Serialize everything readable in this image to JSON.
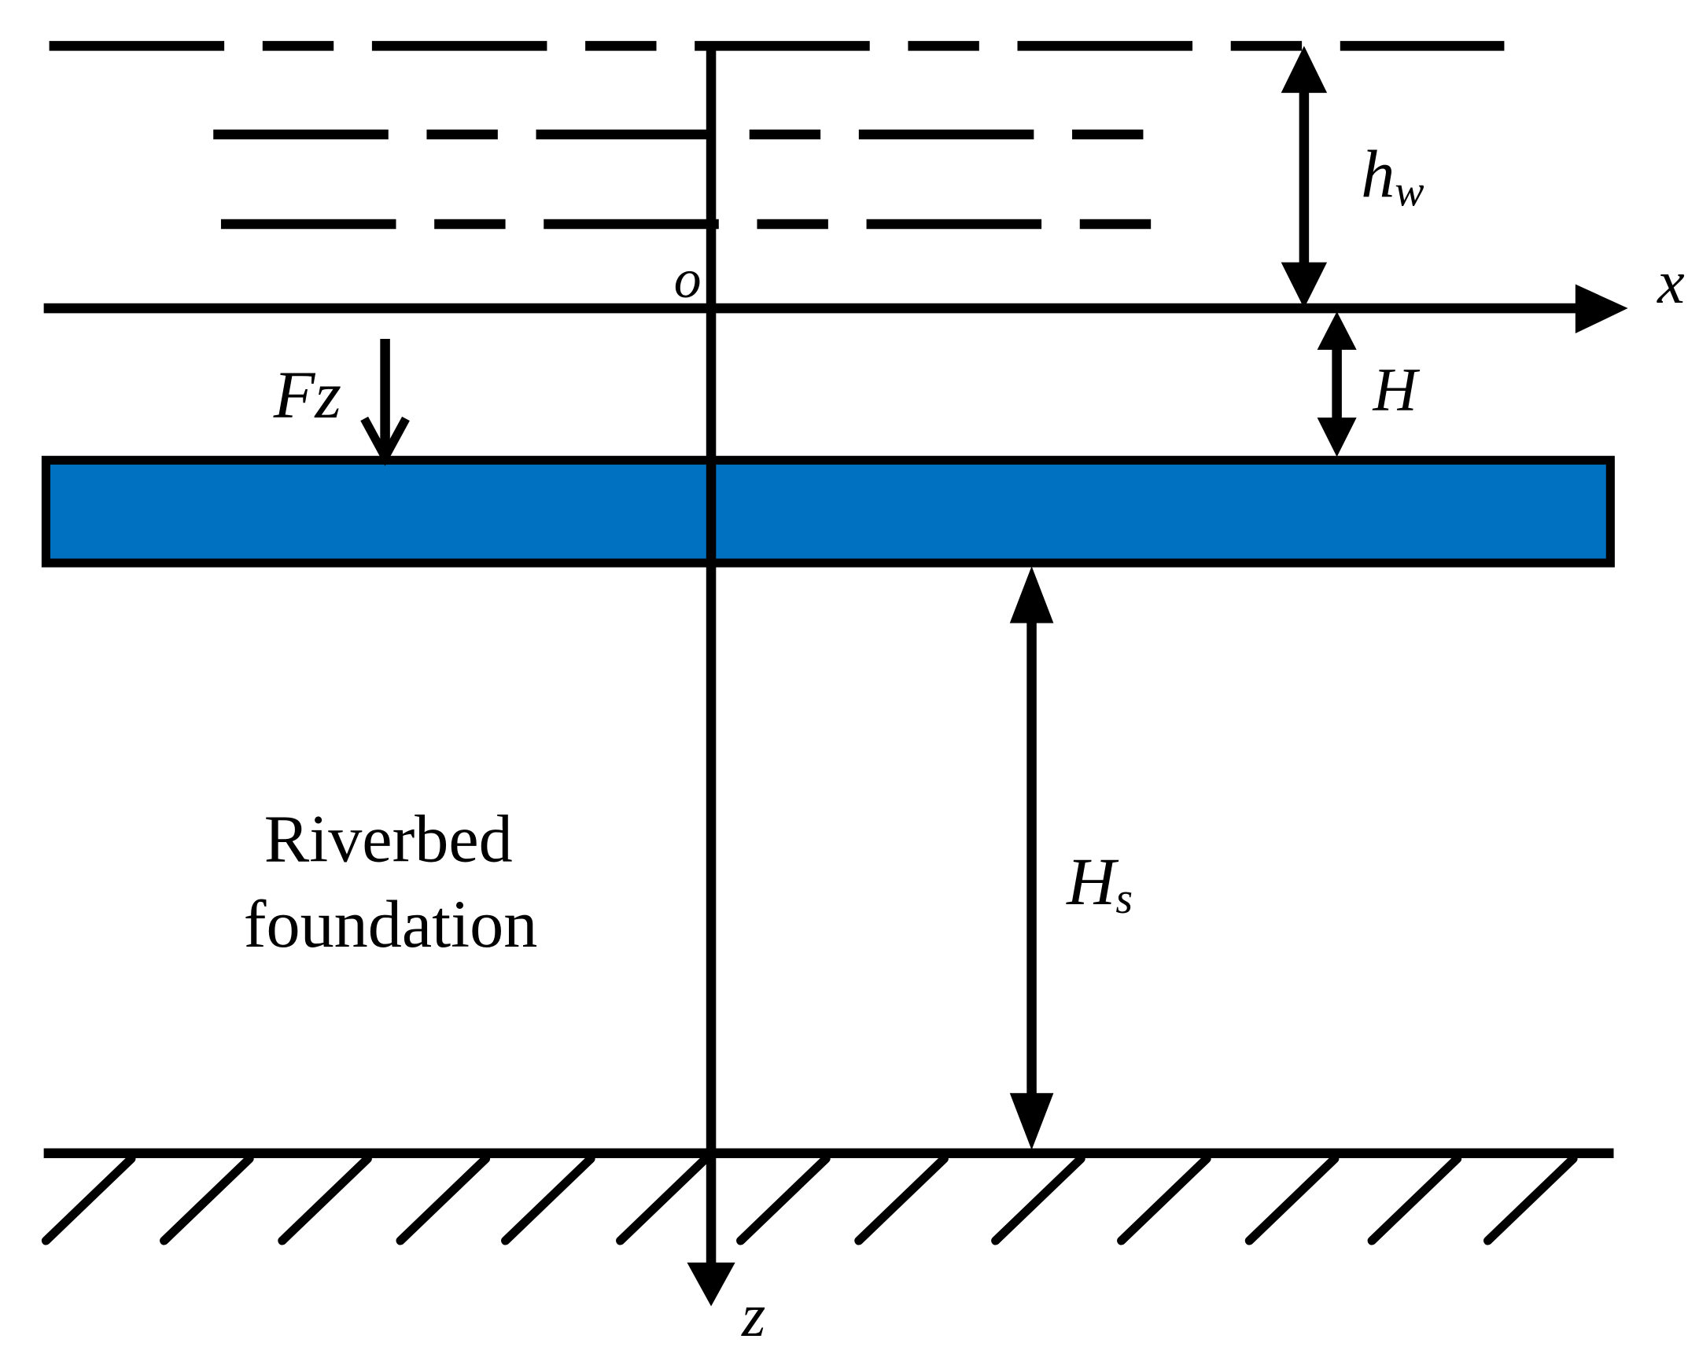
{
  "labels": {
    "hw_main": "h",
    "hw_sub": "w",
    "origin": "o",
    "x_axis": "x",
    "z_axis": "z",
    "force": "Fz",
    "H": "H",
    "Hs_main": "H",
    "Hs_sub": "s",
    "soil_line1": "Riverbed",
    "soil_line2": "foundation"
  },
  "colors": {
    "ink": "#000000",
    "pipe_fill": "#0070C0",
    "background": "#FFFFFF"
  }
}
